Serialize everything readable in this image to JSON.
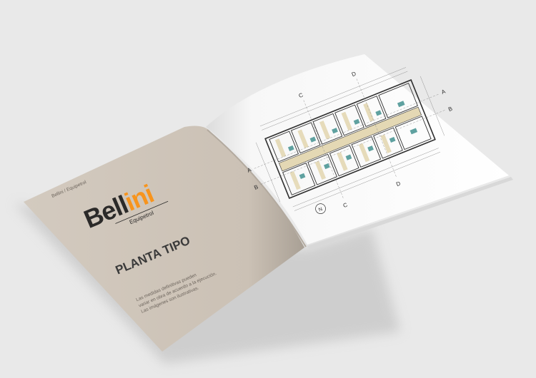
{
  "brochure": {
    "breadcrumb": "Bellini / Equipetrol",
    "logo": {
      "part1": "Bell",
      "part2": "ini",
      "tagline": "Equipetrol"
    },
    "title": "PLANTA TIPO",
    "disclaimer": [
      "Las medidas definitivas pueden",
      "variar en obra de acuerdo a la ejecución.",
      "Las imágenes son ilustrativas."
    ],
    "plan_labels": {
      "a": "A",
      "b": "B",
      "c": "C",
      "d": "D",
      "north": "N"
    }
  },
  "colors": {
    "background": "#e9e9e9",
    "cover": "#cdc3b7",
    "page": "#ffffff",
    "logo_dark": "#2b2a29",
    "logo_accent": "#f7941d",
    "text": "#3a3a3a",
    "plan_line": "#2f2f2f",
    "plan_beige": "#e4d8b4",
    "plan_teal": "#5fa1a0"
  }
}
